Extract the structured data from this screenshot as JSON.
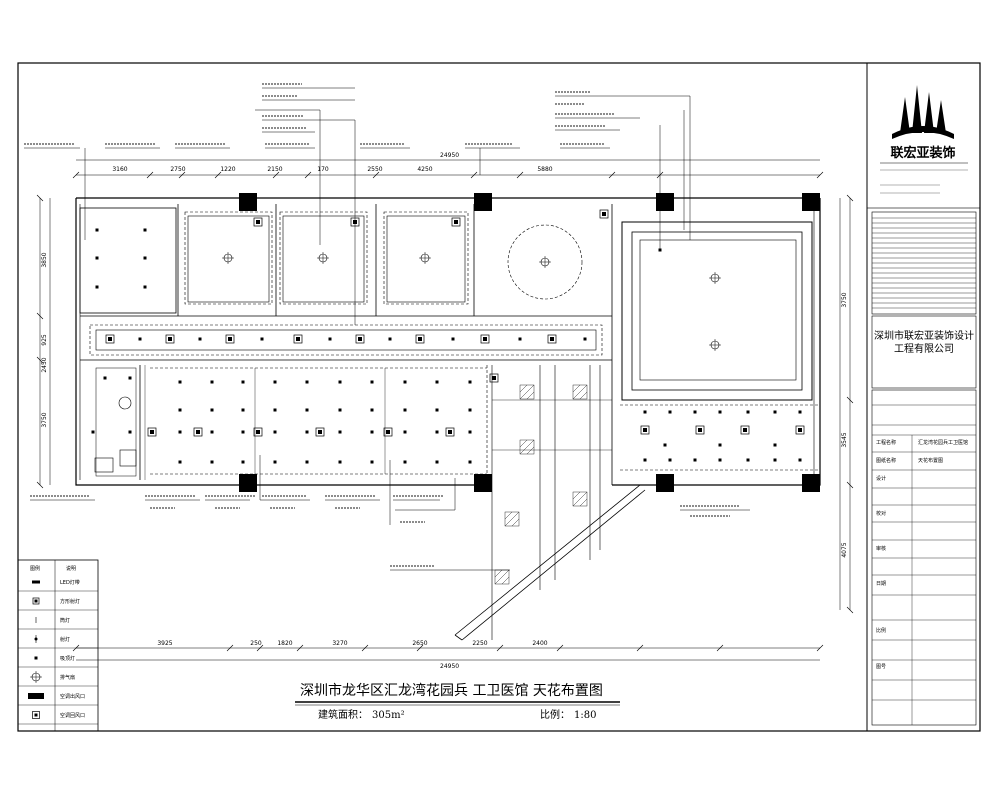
{
  "drawing": {
    "title": "深圳市龙华区汇龙湾花园兵 工卫医馆 天花布置图",
    "area_label": "建筑面积：",
    "area_value": "305m²",
    "scale_label": "比例：",
    "scale_value": "1:80",
    "total_width_top": "24950",
    "total_width_bottom": "24950",
    "top_dimensions": [
      "3160",
      "2750",
      "1220",
      "2150",
      "170",
      "2550",
      "4250",
      "5880"
    ],
    "bottom_dimensions": [
      "3925",
      "250",
      "1820",
      "3270",
      "2650",
      "2250",
      "2400"
    ],
    "left_dimensions": [
      "3850",
      "925",
      "2450",
      "3750"
    ],
    "right_dimensions": [
      "3750",
      "3545",
      "4075"
    ]
  },
  "title_block": {
    "company_logo_text": "联宏亚装饰",
    "company_name": "深圳市联宏亚装饰设计工程有限公司",
    "project_label": "工程名称",
    "project_value": "汇龙湾花园兵工卫医馆",
    "drawing_label": "图纸名称",
    "drawing_value": "天花布置图",
    "designer_label": "设计",
    "checker_label": "校对",
    "approver_label": "审核",
    "date_label": "日期",
    "scale_label": "比例",
    "number_label": "图号"
  },
  "legend": {
    "header_symbol": "图例",
    "header_name": "说明",
    "items": [
      {
        "symbol": "strip-light",
        "name": "LED灯带"
      },
      {
        "symbol": "square-downlight",
        "name": "方形射灯"
      },
      {
        "symbol": "small-downlight",
        "name": "筒灯"
      },
      {
        "symbol": "spot-light",
        "name": "射灯"
      },
      {
        "symbol": "ceiling-dot",
        "name": "吸顶灯"
      },
      {
        "symbol": "exhaust-fan",
        "name": "排气扇"
      },
      {
        "symbol": "ac-vent",
        "name": "空调出风口"
      },
      {
        "symbol": "ac-return",
        "name": "空调回风口"
      }
    ]
  }
}
